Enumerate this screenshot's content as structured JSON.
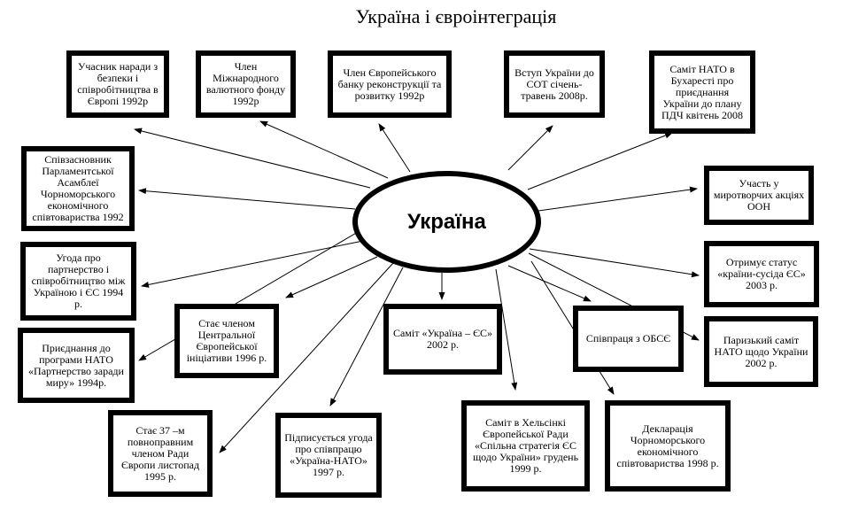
{
  "title": "Україна і євроінтеграція",
  "hub": {
    "label": "Україна"
  },
  "nodes": [
    {
      "id": "osce-meeting",
      "text": "Учасник наради з безпеки і співробітництва в Європі 1992р"
    },
    {
      "id": "imf",
      "text": "Член Міжнародного валютного фонду 1992р"
    },
    {
      "id": "ebrd",
      "text": "Член Європейського банку реконструкції та розвитку 1992р"
    },
    {
      "id": "wto",
      "text": "Вступ України до СОТ січень-травень 2008р."
    },
    {
      "id": "nato-bucharest",
      "text": "Саміт НАТО в Бухаресті про приєднання України до плану ПДЧ квітень 2008"
    },
    {
      "id": "bsec-parliament",
      "text": "Співзасновник Парламентської Асамблеї Чорноморського економічного співтовариства 1992"
    },
    {
      "id": "un-peacekeeping",
      "text": "Участь у миротворчих акціях ООН"
    },
    {
      "id": "eu-partnership",
      "text": "Угода про партнерство і співробітництво між Україною і ЄС 1994 р."
    },
    {
      "id": "eu-neighbour",
      "text": "Отримує статус «країни-сусіда ЄС» 2003 р."
    },
    {
      "id": "cei",
      "text": "Стає членом Центральної Європейської ініціативи 1996 р."
    },
    {
      "id": "ukraine-eu-summit",
      "text": "Саміт «Україна – ЄС» 2002 р."
    },
    {
      "id": "osce-cooperation",
      "text": "Співпраця з ОБСЄ"
    },
    {
      "id": "paris-summit",
      "text": "Паризький саміт НАТО щодо України 2002 р."
    },
    {
      "id": "pfp",
      "text": "Приєднання до програми НАТО «Партнерство заради миру» 1994р."
    },
    {
      "id": "council-europe",
      "text": "Стає 37 –м повноправним членом Ради Європи листопад 1995 р."
    },
    {
      "id": "nato-agreement",
      "text": "Підписується угода про співпрацю «Україна-НАТО» 1997 р."
    },
    {
      "id": "helsinki",
      "text": "Саміт в Хельсінкі Європейської Ради «Спільна стратегія ЄС щодо України» грудень 1999 р."
    },
    {
      "id": "bsec-declaration",
      "text": "Декларація Чорноморського економічного співтовариства 1998 р."
    }
  ]
}
